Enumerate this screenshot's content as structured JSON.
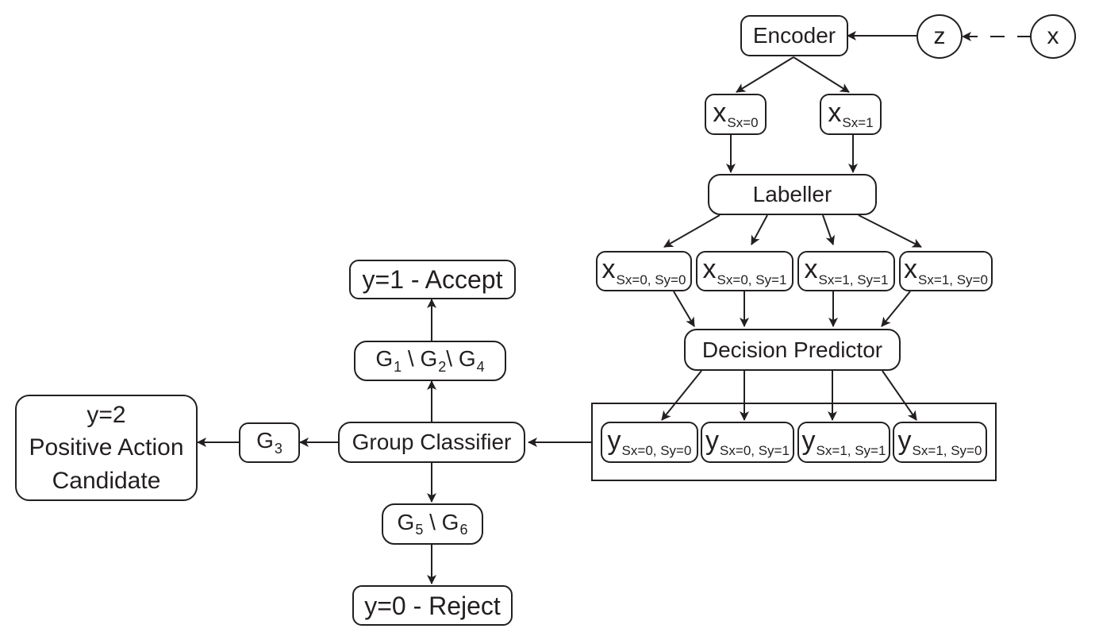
{
  "encoder": {
    "label": "Encoder"
  },
  "z": {
    "label": "z"
  },
  "x": {
    "label": "x"
  },
  "split": [
    {
      "base": "x",
      "sub": "Sx=0"
    },
    {
      "base": "x",
      "sub": "Sx=1"
    }
  ],
  "labeller": {
    "label": "Labeller"
  },
  "x_groups": [
    {
      "base": "x",
      "sub": "Sx=0, Sy=0"
    },
    {
      "base": "x",
      "sub": "Sx=0, Sy=1"
    },
    {
      "base": "x",
      "sub": "Sx=1, Sy=1"
    },
    {
      "base": "x",
      "sub": "Sx=1, Sy=0"
    }
  ],
  "decision_predictor": {
    "label": "Decision Predictor"
  },
  "y_groups": [
    {
      "base": "y",
      "sub": "Sx=0, Sy=0"
    },
    {
      "base": "y",
      "sub": "Sx=0, Sy=1"
    },
    {
      "base": "y",
      "sub": "Sx=1, Sy=1"
    },
    {
      "base": "y",
      "sub": "Sx=1, Sy=0"
    }
  ],
  "group_classifier": {
    "label": "Group Classifier"
  },
  "accept_groups": {
    "g1": "G",
    "g1sub": "1",
    "sep1": " \\ ",
    "g2": "G",
    "g2sub": "2",
    "sep2": "\\ ",
    "g4": "G",
    "g4sub": "4"
  },
  "accept": {
    "label": "y=1 - Accept"
  },
  "positive_group": {
    "g": "G",
    "sub": "3"
  },
  "positive_action": {
    "line1": "y=2",
    "line2": "Positive Action",
    "line3": "Candidate"
  },
  "reject_groups": {
    "g5": "G",
    "g5sub": "5",
    "sep": " \\ ",
    "g6": "G",
    "g6sub": "6"
  },
  "reject": {
    "label": "y=0 - Reject"
  },
  "colors": {
    "stroke": "#231f20",
    "background": "#ffffff"
  }
}
